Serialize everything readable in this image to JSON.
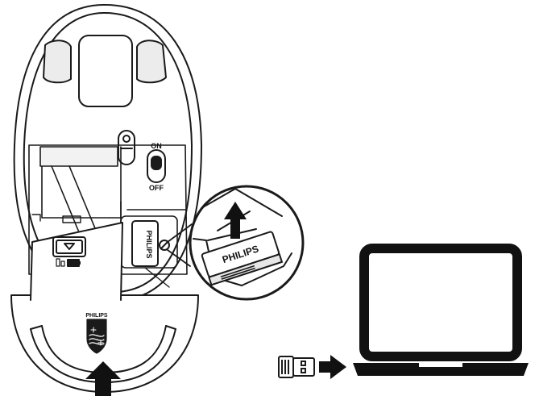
{
  "switch": {
    "on_label": "ON",
    "off_label": "OFF"
  },
  "brand": {
    "receiver_text": "PHILIPS",
    "zoom_text": "PHILIPS",
    "cover_logo_text": "PHILIPS"
  },
  "colors": {
    "stroke": "#1a1a1a",
    "fill": "#ffffff",
    "shade": "#e6e6e6",
    "ink": "#111111"
  },
  "icons": [
    "arrow-up-icon",
    "arrow-right-icon",
    "eject-triangle-icon",
    "battery-icon",
    "philips-shield-logo",
    "usb-receiver-icon",
    "laptop-icon"
  ]
}
